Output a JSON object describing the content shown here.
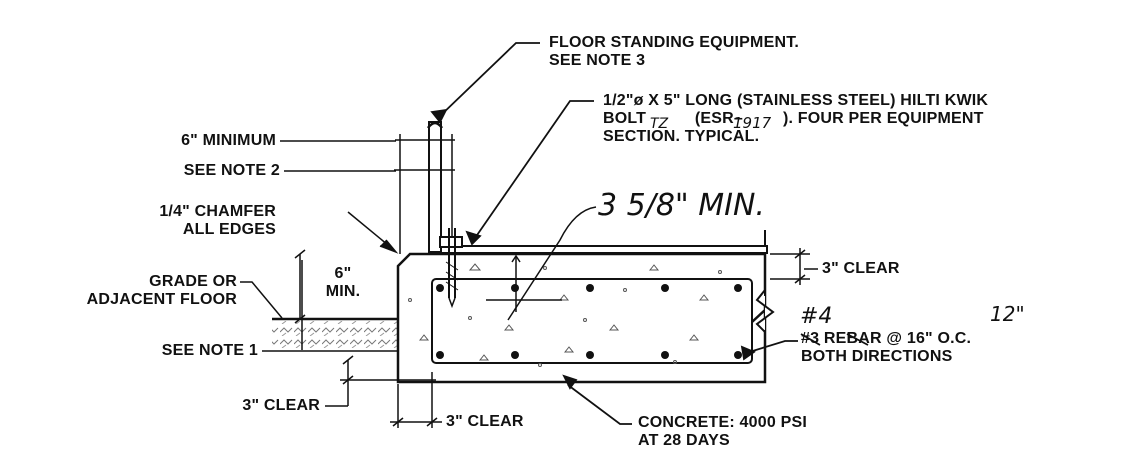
{
  "labels": {
    "floor_standing_line1": "FLOOR STANDING EQUIPMENT.",
    "floor_standing_line2": "SEE NOTE 3",
    "bolt_line1": "1/2\"ø X 5\" LONG (STAINLESS STEEL) HILTI KWIK",
    "bolt_line2_a": "BOLT",
    "bolt_line2_b": "(ESR–",
    "bolt_line2_c": "). FOUR PER EQUIPMENT",
    "bolt_line3": "SECTION. TYPICAL.",
    "six_min": "6\" MINIMUM",
    "see_note_2": "SEE NOTE 2",
    "chamfer_line1": "1/4\" CHAMFER",
    "chamfer_line2": "ALL EDGES",
    "grade_line1": "GRADE OR",
    "grade_line2": "ADJACENT FLOOR",
    "slab_6_line1": "6\"",
    "slab_6_line2": "MIN.",
    "see_note_1": "SEE NOTE 1",
    "three_clear_top": "3\" CLEAR",
    "three_clear_left": "3\" CLEAR",
    "three_clear_bottom": "3\" CLEAR",
    "rebar_prefix": "#3",
    "rebar_text": "REBAR @",
    "rebar_spacing_struck": "16\"",
    "rebar_oc": "O.C.",
    "rebar_line2": "BOTH DIRECTIONS",
    "concrete_line1": "CONCRETE: 4000 PSI",
    "concrete_line2": "AT 28 DAYS"
  },
  "handwritten": {
    "embedment": "3 5/8\" MIN.",
    "bolt_type": "TZ",
    "esr_number": "1917",
    "rebar_size": "#4",
    "rebar_spacing": "12\""
  }
}
